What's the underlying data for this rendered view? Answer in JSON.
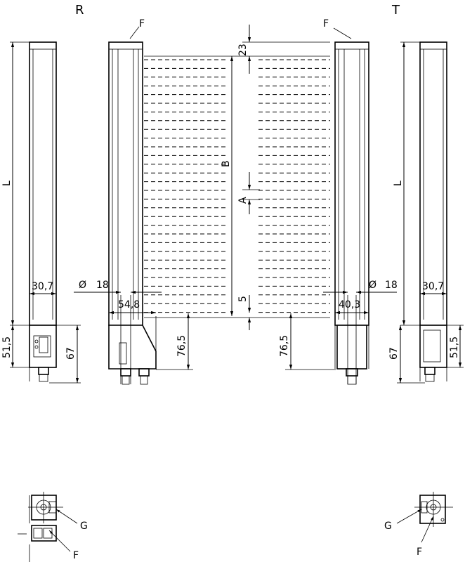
{
  "views": {
    "receiver": "R",
    "transmitter": "T"
  },
  "labels": {
    "F": "F",
    "G": "G",
    "L": "L",
    "A": "A",
    "B": "B"
  },
  "dimensions": {
    "top_offset": "23",
    "bottom_offset": "5",
    "height_51_5": "51,5",
    "height_67": "67",
    "height_76_5": "76,5",
    "width_30_7": "30,7",
    "width_54_8": "54,8",
    "width_40_3": "40,3",
    "diameter_symbol": "Ø",
    "diameter_18": "18"
  }
}
